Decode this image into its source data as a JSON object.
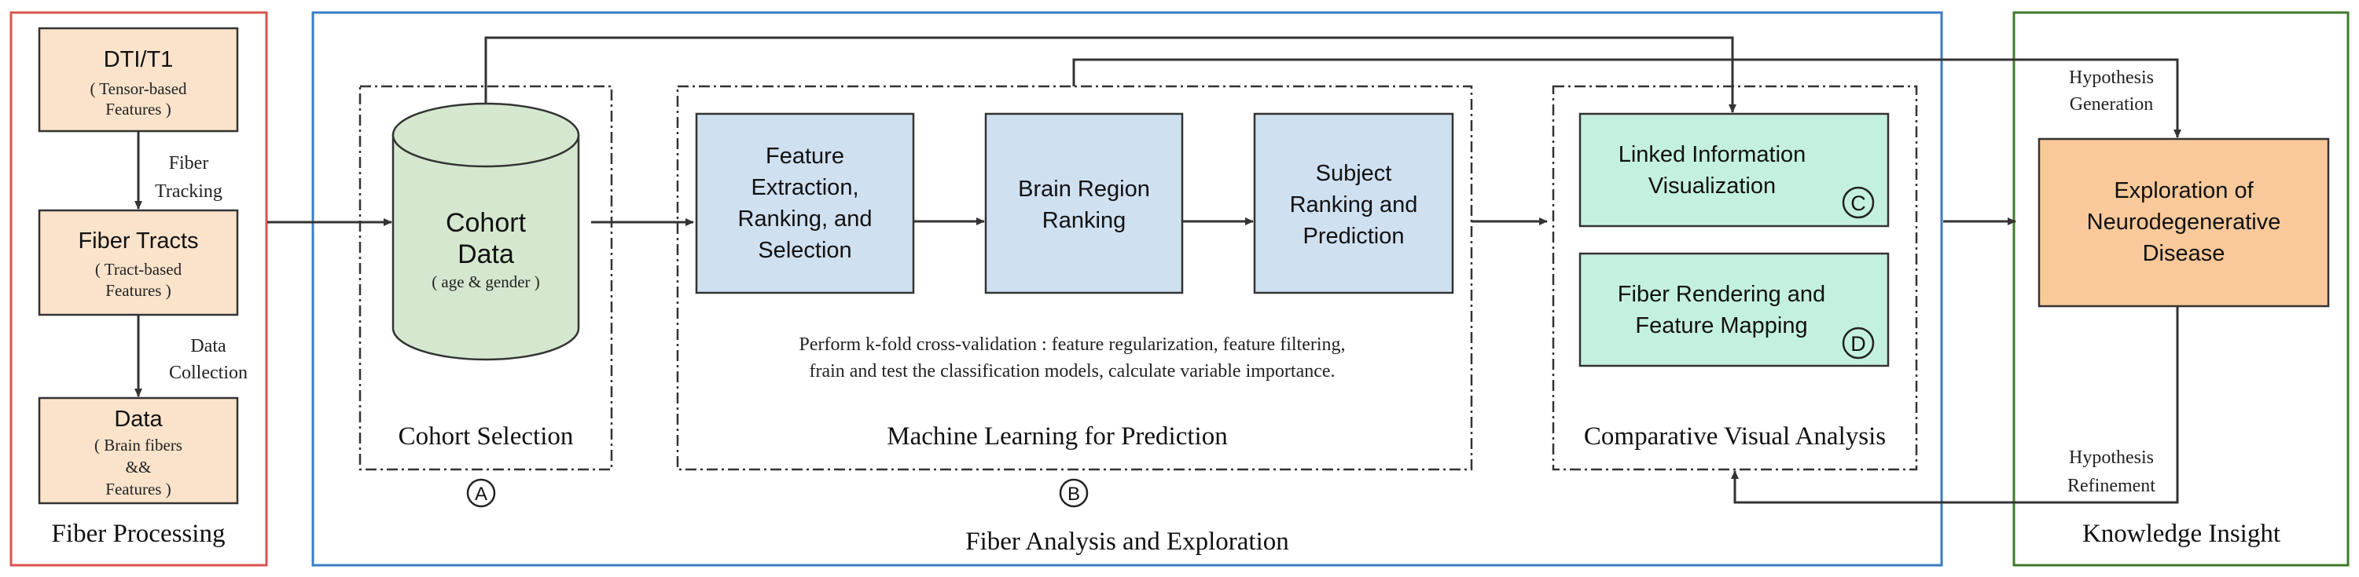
{
  "panels": {
    "fiber_processing": {
      "title": "Fiber Processing"
    },
    "fiber_analysis": {
      "title": "Fiber Analysis and Exploration"
    },
    "knowledge_insight": {
      "title": "Knowledge Insight"
    }
  },
  "fiber_processing": {
    "dti": {
      "title": "DTI/T1",
      "sub1": "( Tensor-based",
      "sub2": "Features )"
    },
    "tracking_label": {
      "line1": "Fiber",
      "line2": "Tracking"
    },
    "tracts": {
      "title": "Fiber Tracts",
      "sub1": "( Tract-based",
      "sub2": "Features )"
    },
    "collection_label": {
      "line1": "Data",
      "line2": "Collection"
    },
    "data": {
      "title": "Data",
      "sub1": "( Brain fibers",
      "sub2": "&&",
      "sub3": "Features )"
    }
  },
  "cohort": {
    "title_line1": "Cohort",
    "title_line2": "Data",
    "subtitle": "( age & gender )",
    "section_label": "Cohort Selection",
    "marker": "A"
  },
  "ml": {
    "box1": {
      "line1": "Feature",
      "line2": "Extraction,",
      "line3": "Ranking, and",
      "line4": "Selection"
    },
    "box2": {
      "line1": "Brain Region",
      "line2": "Ranking"
    },
    "box3": {
      "line1": "Subject",
      "line2": "Ranking and",
      "line3": "Prediction"
    },
    "note_line1": "Perform k-fold cross-validation :   feature regularization, feature filtering,",
    "note_line2": "frain and test the classification models, calculate variable importance.",
    "section_label": "Machine Learning for Prediction",
    "marker": "B"
  },
  "visual": {
    "box1": {
      "line1": "Linked Information",
      "line2": "Visualization",
      "marker": "C"
    },
    "box2": {
      "line1": "Fiber Rendering and",
      "line2": "Feature Mapping",
      "marker": "D"
    },
    "section_label": "Comparative Visual Analysis"
  },
  "insight": {
    "box": {
      "line1": "Exploration of",
      "line2": "Neurodegenerative",
      "line3": "Disease"
    },
    "generation_label": {
      "line1": "Hypothesis",
      "line2": "Generation"
    },
    "refinement_label": {
      "line1": "Hypothesis",
      "line2": "Refinement"
    }
  },
  "colors": {
    "processing_border": "#d9534f",
    "analysis_border": "#3a7bc8",
    "insight_border": "#3f7a2a",
    "processing_fill": "#fbe3cb",
    "ml_fill": "#cfe0f1",
    "cohort_fill": "#d5e8cf",
    "visual_fill": "#c4f1df",
    "insight_fill": "#f9c99a"
  }
}
